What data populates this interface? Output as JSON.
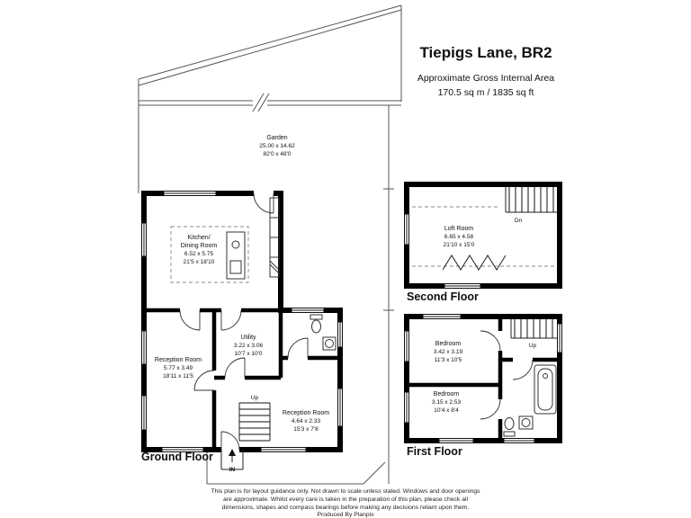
{
  "header": {
    "title": "Tiepigs Lane, BR2",
    "subtitle_line1": "Approximate Gross Internal Area",
    "subtitle_line2": "170.5 sq m / 1835 sq ft"
  },
  "ground_floor": {
    "floor_label": "Ground Floor",
    "stairs_label": "Up",
    "entrance_label": "IN",
    "garden": {
      "name": "Garden",
      "metric": "25.00 x 14.62",
      "imperial": "82'0 x 48'0"
    },
    "kitchen": {
      "name_line1": "Kitchen/",
      "name_line2": "Dining Room",
      "metric": "6.52 x 5.75",
      "imperial": "21'5 x 18'10"
    },
    "utility": {
      "name": "Utility",
      "metric": "3.22 x 3.06",
      "imperial": "10'7 x 10'0"
    },
    "reception_1": {
      "name": "Reception Room",
      "metric": "5.77 x 3.49",
      "imperial": "18'11 x 11'5"
    },
    "reception_2": {
      "name": "Reception Room",
      "metric": "4.64 x 2.33",
      "imperial": "15'3 x 7'8"
    }
  },
  "first_floor": {
    "floor_label": "First Floor",
    "stairs_label": "Up",
    "bedroom_1": {
      "name": "Bedroom",
      "metric": "3.42 x 3.19",
      "imperial": "11'3 x 10'5"
    },
    "bedroom_2": {
      "name": "Bedroom",
      "metric": "3.15 x 2.53",
      "imperial": "10'4 x 8'4"
    }
  },
  "second_floor": {
    "floor_label": "Second Floor",
    "stairs_label": "Dn",
    "loft": {
      "name": "Loft Room",
      "metric": "6.65 x 4.58",
      "imperial": "21'10 x 15'0"
    }
  },
  "footer": {
    "line1": "This plan is for layout guidance only. Not drawn to scale unless stated. Windows and door openings",
    "line2": "are approximate. Whilst every care is taken in the preparation of this plan, please check all",
    "line3": "dimensions, shapes and compass bearings before making any decisions reliant upon them.",
    "line4": "Produced By Planpix"
  },
  "colors": {
    "wall": "#000000",
    "boundary": "#555555",
    "background": "#ffffff"
  }
}
